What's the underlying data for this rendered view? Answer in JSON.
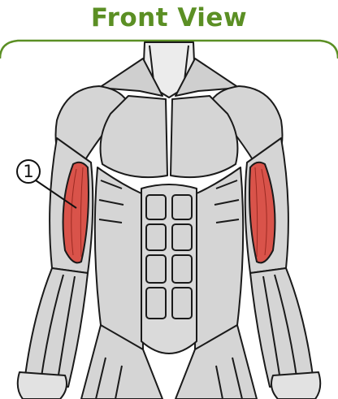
{
  "header": {
    "title": "Front View"
  },
  "callouts": [
    {
      "number": "1",
      "target": "biceps"
    }
  ],
  "colors": {
    "accent_green": "#5b8f24",
    "muscle_fill": "#d5d5d5",
    "highlight_muscle": "#d9534a",
    "outline": "#1a1a1a"
  }
}
